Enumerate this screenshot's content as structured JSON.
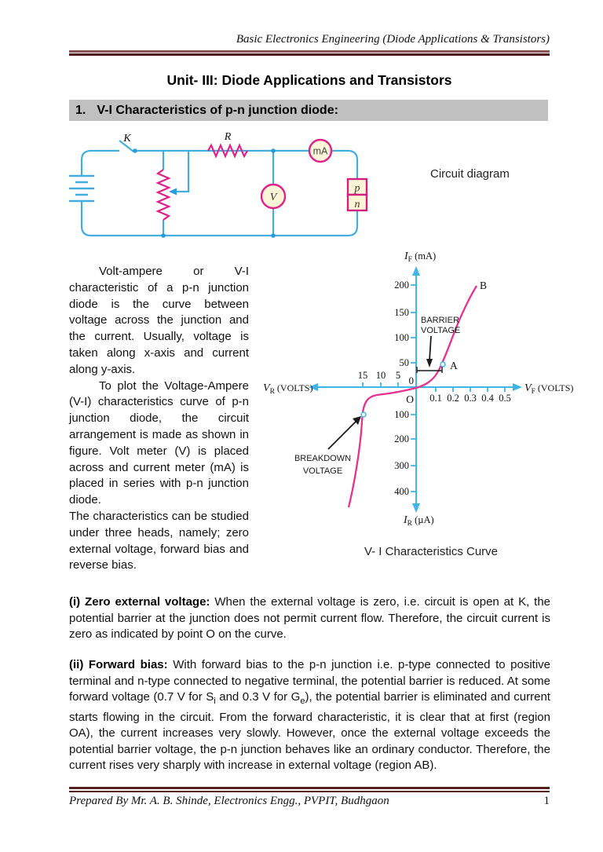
{
  "page": {
    "header": "Basic Electronics Engineering (Diode Applications & Transistors)",
    "title": "Unit- III: Diode Applications and Transistors",
    "section_number": "1.",
    "section_heading": "V-I Characteristics of p-n junction diode:",
    "footer_left": "Prepared By Mr. A. B. Shinde, Electronics Engg., PVPIT, Budhgaon",
    "footer_page": "1",
    "accent_color": "#552020"
  },
  "circuit": {
    "caption": "Circuit diagram",
    "labels": {
      "switch": "K",
      "resistor": "R",
      "ammeter": "mA",
      "voltmeter": "V",
      "p": "p",
      "n": "n"
    },
    "wire_color": "#41aede",
    "component_color": "#e0218a"
  },
  "body": {
    "col_para1": "Volt-ampere or V-I characteristic of a p-n junction diode is the curve between voltage across the junction and the current. Usually, voltage is taken along x-axis and current along y-axis.",
    "col_para2": "To plot the Voltage-Ampere (V-I) characteristics curve of p-n junction diode, the circuit arrangement is made as shown in figure. Volt meter (V) is placed across and current meter (mA) is placed in series with p-n junction diode.",
    "col_para3": "The characteristics can be studied under three heads, namely; zero external voltage, forward bias and reverse bias.",
    "para_i_label": "(i) Zero external voltage:",
    "para_i_text": " When the external voltage is zero, i.e. circuit is open at K, the potential barrier at the junction does not permit current flow. Therefore, the circuit current is zero as indicated by point O on the curve.",
    "para_ii_label": "(ii) Forward bias:",
    "para_ii_t1": " With forward bias to the p-n junction i.e. p-type connected to positive terminal and n-type connected to negative terminal, the potential barrier is reduced. At some forward voltage (0.7 V for S",
    "para_ii_sub1": "i",
    "para_ii_t2": " and 0.3 V for G",
    "para_ii_sub2": "e",
    "para_ii_t3": "), the potential barrier is eliminated and current starts flowing in the circuit. From the forward characteristic, it is clear that at first (region OA), the current increases very slowly. However, once the external voltage exceeds the potential barrier voltage, the p-n junction behaves like an ordinary conductor. Therefore, the current rises very sharply with increase in external voltage (region AB)."
  },
  "chart_data": {
    "type": "line",
    "title": "V- I Characteristics Curve",
    "axis_color": "#3fb6e8",
    "curve_color": "#e8308f",
    "x_axis_positive": {
      "base": "V",
      "sub": "F",
      "unit": " (VOLTS)",
      "ticks": [
        "0.1",
        "0.2",
        "0.3",
        "0.4",
        "0.5"
      ]
    },
    "x_axis_negative": {
      "base": "V",
      "sub": "R",
      "unit": " (VOLTS)",
      "ticks": [
        "15",
        "10",
        "5"
      ]
    },
    "y_axis_positive": {
      "base": "I",
      "sub": "F",
      "unit": " (mA)",
      "ticks": [
        "200",
        "150",
        "100",
        "50"
      ]
    },
    "y_axis_negative": {
      "base": "I",
      "sub": "R",
      "unit": " (µA)",
      "ticks": [
        "100",
        "200",
        "300",
        "400"
      ]
    },
    "origin_zero": "0",
    "origin_label": "O",
    "point_a": "A",
    "point_b": "B",
    "annotations": {
      "barrier_line1": "BARRIER",
      "barrier_line2": "VOLTAGE",
      "breakdown_line1": "BREAKDOWN",
      "breakdown_line2": "VOLTAGE"
    },
    "forward_curve_V_mA": [
      [
        0,
        0
      ],
      [
        0.08,
        5
      ],
      [
        0.13,
        18
      ],
      [
        0.17,
        45
      ],
      [
        0.22,
        90
      ],
      [
        0.26,
        145
      ],
      [
        0.3,
        200
      ]
    ],
    "reverse_curve_V_uA": [
      [
        0,
        0
      ],
      [
        -3,
        -12
      ],
      [
        -8,
        -18
      ],
      [
        -12,
        -28
      ],
      [
        -14.5,
        -100
      ],
      [
        -15,
        -250
      ],
      [
        -16,
        -440
      ]
    ],
    "barrier_knee_point_V_mA": [
      0.17,
      45
    ],
    "breakdown_point_V_uA": [
      -14.5,
      -100
    ]
  }
}
